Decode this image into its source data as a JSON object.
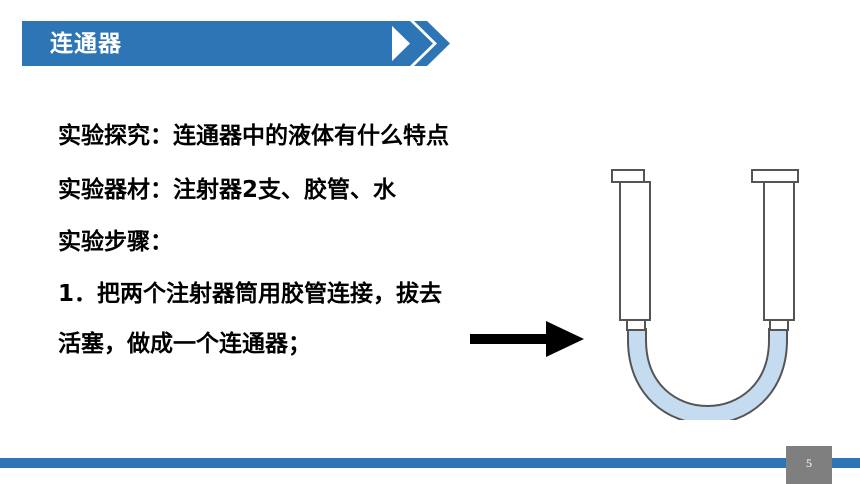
{
  "slide": {
    "title": "连通器",
    "lines": [
      "实验探究：连通器中的液体有什么特点",
      "实验器材：注射器2支、胶管、水",
      "实验步骤：",
      "1．把两个注射器筒用胶管连接，拔去",
      "活塞，做成一个连通器；"
    ],
    "page_number": "5"
  },
  "colors": {
    "banner": "#2e75b6",
    "water": "#c5dcf0",
    "bottom_bar": "#2e75b6",
    "page_box": "#7f7f7f"
  },
  "icons": {
    "chevrons": "double-chevron-right-icon",
    "arrow": "arrow-right-icon",
    "apparatus": "u-tube-icon"
  }
}
